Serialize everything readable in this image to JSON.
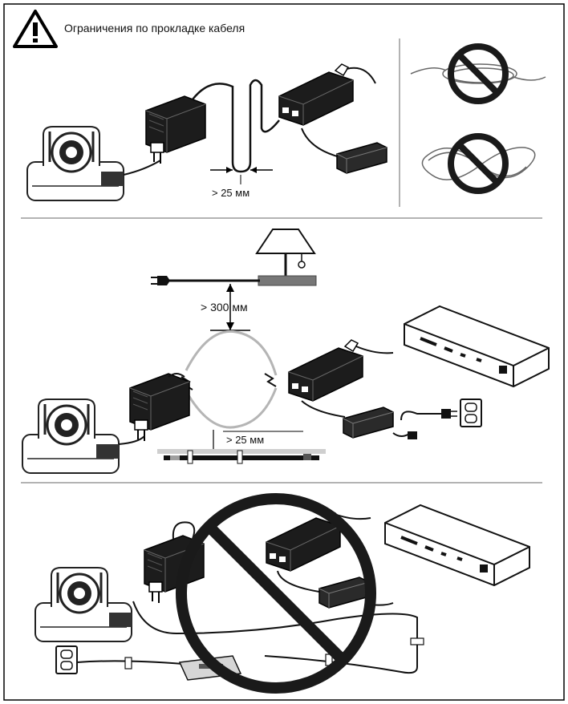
{
  "header": {
    "title": "Ограничения по прокладке кабеля",
    "icon": "warning-triangle-icon"
  },
  "panel_top": {
    "bend_label": "> 25 мм"
  },
  "panel_middle": {
    "distance_label": "> 300 мм",
    "bend_label": "> 25 мм"
  },
  "colors": {
    "prohibit": "#1a1a1a",
    "device": "#1c1c1c",
    "cable": "#111111",
    "separator": "#9a9a9a"
  }
}
